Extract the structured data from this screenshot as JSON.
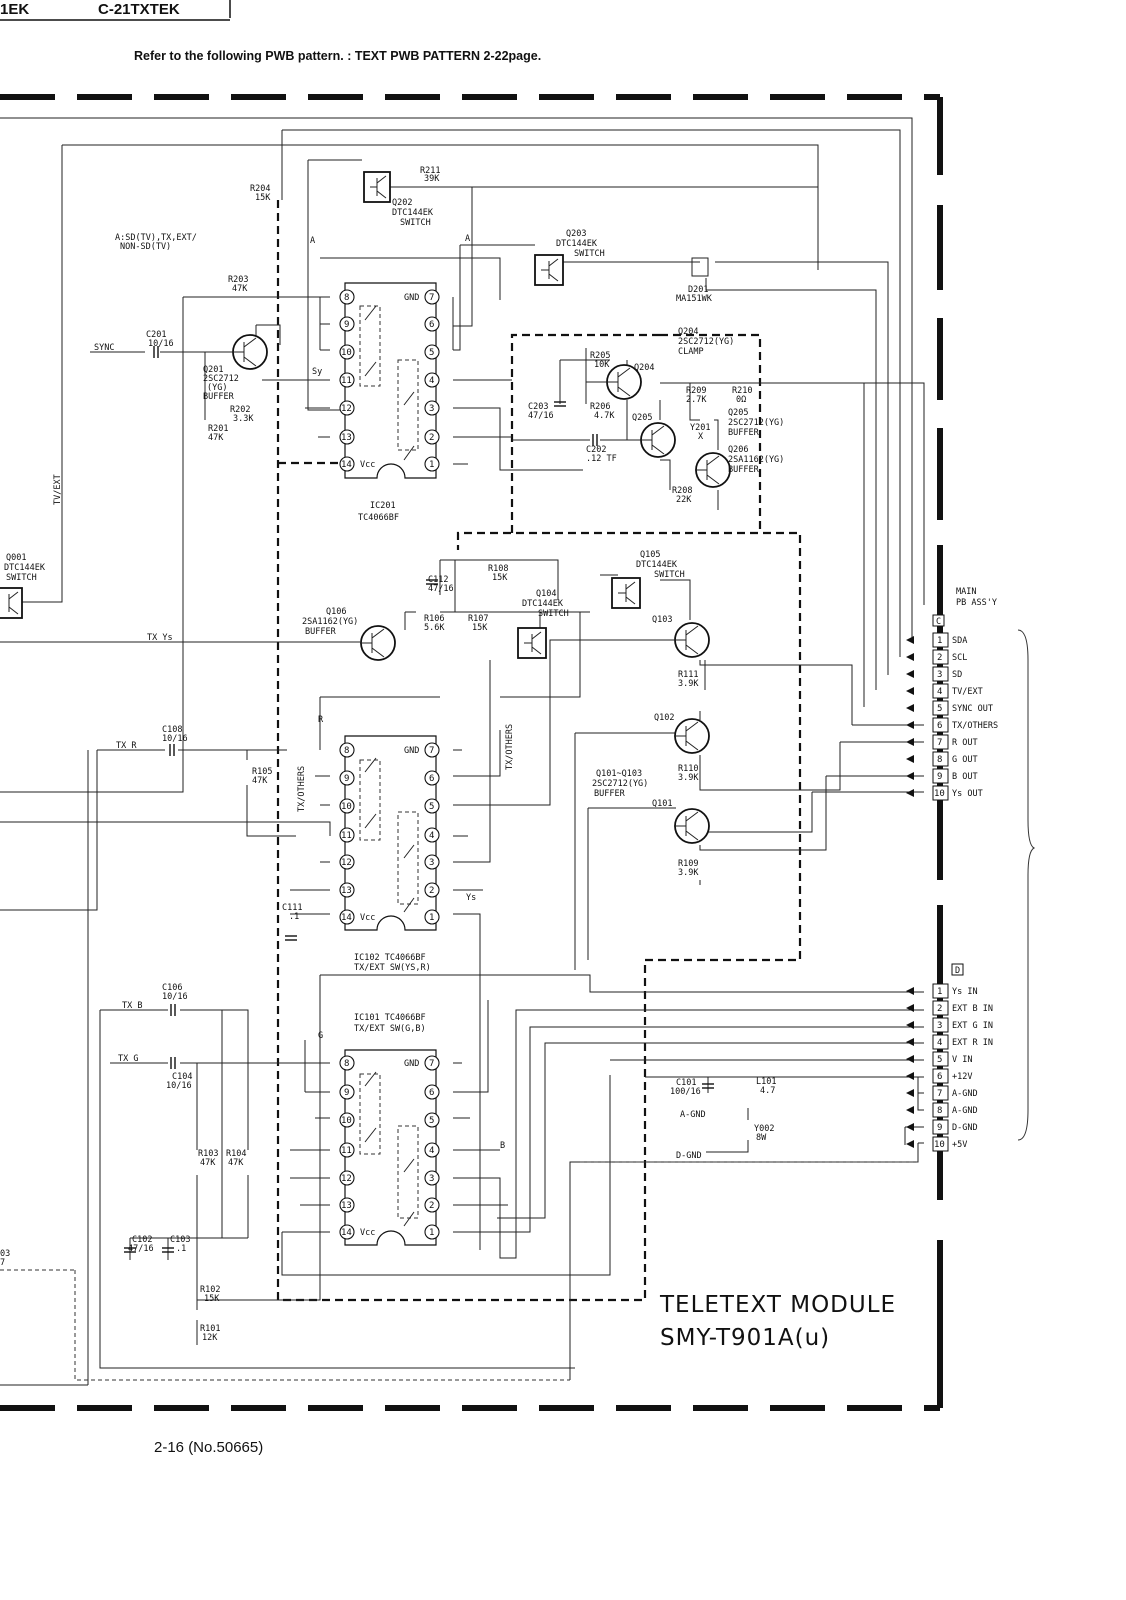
{
  "header": {
    "model_left": "1EK",
    "model_box": "C-21TXTEK",
    "note": "Refer to the following PWB pattern. : TEXT PWB PATTERN 2-22page."
  },
  "module": {
    "title": "TELETEXT MODULE",
    "model": "SMY-T901A(u)"
  },
  "footer": {
    "page": "2-16 (No.50665)"
  },
  "ics": {
    "ic201": {
      "name": "IC201",
      "part": "TC4066BF"
    },
    "ic102": {
      "name": "IC102 TC4066BF",
      "part": "TX/EXT SW(YS,R)"
    },
    "ic101": {
      "name": "IC101 TC4066BF",
      "part": "TX/EXT SW(G,B)"
    }
  },
  "transistors": {
    "q001": [
      "Q001",
      "DTC144EK",
      "SWITCH"
    ],
    "q201": [
      "Q201",
      "2SC2712",
      "(YG)",
      "BUFFER"
    ],
    "q202": [
      "Q202",
      "DTC144EK",
      "SWITCH"
    ],
    "q203": [
      "Q203",
      "DTC144EK",
      "SWITCH"
    ],
    "q204": [
      "Q204",
      "2SC2712(YG)",
      "CLAMP"
    ],
    "q204_tag": "Q204",
    "q205_tag": "Q205",
    "q205": [
      "Q205",
      "2SC2712(YG)",
      "BUFFER"
    ],
    "q206": [
      "Q206",
      "2SA1162(YG)",
      "BUFFER"
    ],
    "q105": [
      "Q105",
      "DTC144EK",
      "SWITCH"
    ],
    "q104": [
      "Q104",
      "DTC144EK",
      "SWITCH"
    ],
    "q106": [
      "Q106",
      "2SA1162(YG)",
      "BUFFER"
    ],
    "q103": "Q103",
    "q102": "Q102",
    "q101": "Q101",
    "q101_103": [
      "Q101~Q103",
      "2SC2712(YG)",
      "BUFFER"
    ]
  },
  "parts": {
    "r211": [
      "R211",
      "39K"
    ],
    "r204": [
      "R204",
      "15K"
    ],
    "r203": [
      "R203",
      "47K"
    ],
    "r202": [
      "R202",
      "3.3K"
    ],
    "r201": [
      "R201",
      "47K"
    ],
    "c201": [
      "C201",
      "10/16"
    ],
    "d201": [
      "D201",
      "MA151WK"
    ],
    "r205": [
      "R205",
      "10K"
    ],
    "r206": [
      "R206",
      "4.7K"
    ],
    "c203": [
      "C203",
      "47/16"
    ],
    "c202": [
      "C202",
      ".12 TF"
    ],
    "r209": [
      "R209",
      "2.7K"
    ],
    "r210": [
      "R210",
      "0Ω"
    ],
    "y201": [
      "Y201",
      "X"
    ],
    "r208": [
      "R208",
      "22K"
    ],
    "c112": [
      "C112",
      "47/16"
    ],
    "r108": [
      "R108",
      "15K"
    ],
    "r106": [
      "R106",
      "5.6K"
    ],
    "r107": [
      "R107",
      "15K"
    ],
    "r111": [
      "R111",
      "3.9K"
    ],
    "r110": [
      "R110",
      "3.9K"
    ],
    "r109": [
      "R109",
      "3.9K"
    ],
    "c108": [
      "C108",
      "10/16"
    ],
    "r105": [
      "R105",
      "47K"
    ],
    "c111": [
      "C111",
      ".1"
    ],
    "c106": [
      "C106",
      "10/16"
    ],
    "c104": [
      "C104",
      "10/16"
    ],
    "r103": [
      "R103",
      "47K"
    ],
    "r104": [
      "R104",
      "47K"
    ],
    "c102": [
      "C102",
      "47/16"
    ],
    "c103": [
      "C103",
      ".1"
    ],
    "r102": [
      "R102",
      "15K"
    ],
    "r101": [
      "R101",
      "12K"
    ],
    "c101": [
      "C101",
      "100/16"
    ],
    "l101": [
      "L101",
      "4.7"
    ],
    "y002": [
      "Y002",
      "8W"
    ],
    "l103_frag": "03",
    "l103_frag2": "7"
  },
  "signals": {
    "a_sd": "A:SD(TV),TX,EXT/",
    "non_sd": "NON-SD(TV)",
    "sync": "SYNC",
    "tv_ext": "TV/EXT",
    "tx_ys": "TX Ys",
    "tx_r": "TX R",
    "tx_b": "TX B",
    "tx_g": "TX G",
    "tx_others": "TX/OTHERS",
    "sy": "Sy",
    "ys": "Ys",
    "a": "A",
    "a_bar": "A",
    "r": "R",
    "g": "G",
    "b": "B",
    "a_gnd": "A-GND",
    "d_gnd": "D-GND",
    "gnd": "GND",
    "vcc": "Vcc"
  },
  "connector_c": {
    "letter": "C",
    "title": [
      "MAIN",
      "PB ASS'Y"
    ],
    "pins": [
      {
        "n": "1",
        "label": "SDA"
      },
      {
        "n": "2",
        "label": "SCL"
      },
      {
        "n": "3",
        "label": "SD"
      },
      {
        "n": "4",
        "label": "TV/EXT"
      },
      {
        "n": "5",
        "label": "SYNC OUT"
      },
      {
        "n": "6",
        "label": "TX/OTHERS"
      },
      {
        "n": "7",
        "label": "R OUT"
      },
      {
        "n": "8",
        "label": "G OUT"
      },
      {
        "n": "9",
        "label": "B OUT"
      },
      {
        "n": "10",
        "label": "Ys OUT"
      }
    ]
  },
  "connector_d": {
    "letter": "D",
    "pins": [
      {
        "n": "1",
        "label": "Ys IN"
      },
      {
        "n": "2",
        "label": "EXT B IN"
      },
      {
        "n": "3",
        "label": "EXT G IN"
      },
      {
        "n": "4",
        "label": "EXT R IN"
      },
      {
        "n": "5",
        "label": "V IN"
      },
      {
        "n": "6",
        "label": "+12V"
      },
      {
        "n": "7",
        "label": "A-GND"
      },
      {
        "n": "8",
        "label": "A-GND"
      },
      {
        "n": "9",
        "label": "D-GND"
      },
      {
        "n": "10",
        "label": "+5V"
      }
    ]
  }
}
